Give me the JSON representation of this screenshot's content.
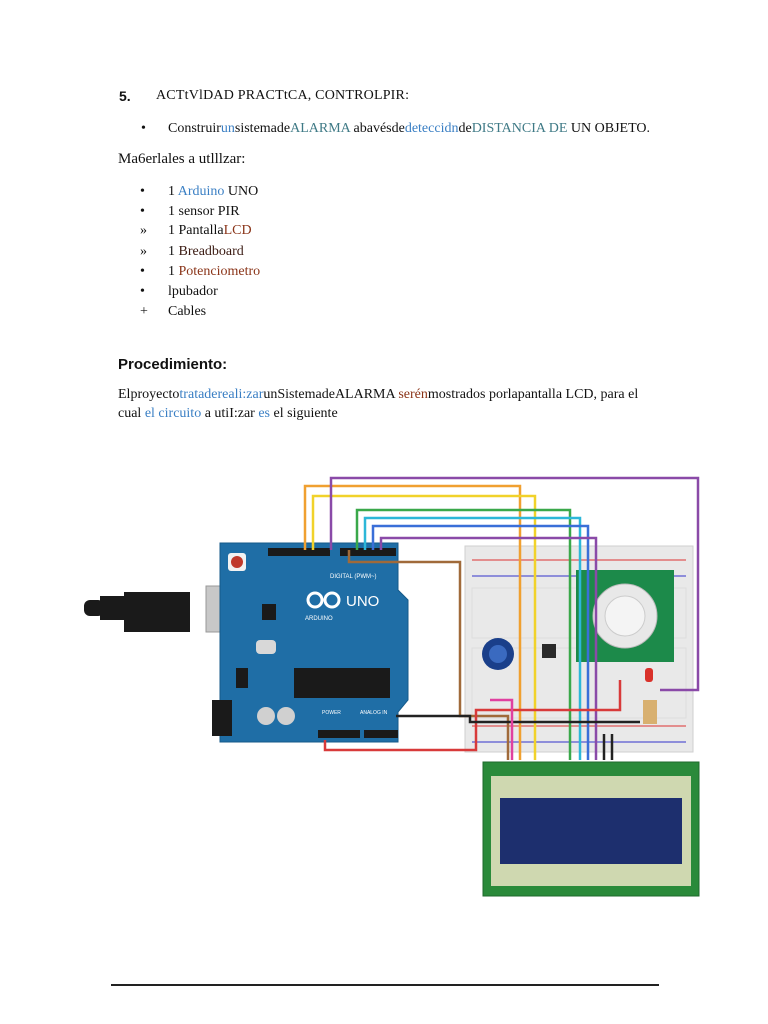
{
  "section": {
    "number": "5.",
    "title": "ACTtVlDAD PRACTtCA, CONTROLPIR:",
    "objective": {
      "bullet": "•",
      "parts": [
        "Construir",
        "un",
        "sistema",
        "de",
        "ALARMA",
        "abavés",
        "de",
        "deteccidn",
        "de",
        "DISTANCIA DE",
        "UN OBJETO."
      ]
    }
  },
  "materials": {
    "title": "Ma6erlales a utlllzar:",
    "items": [
      {
        "marker": "•",
        "qty": "1",
        "name": "Arduino",
        "suffix": " UNO"
      },
      {
        "marker": "•",
        "qty": "1",
        "name": "sensor PIR",
        "suffix": ""
      },
      {
        "marker": "»",
        "qty": "1",
        "name": "Pantalla",
        "suffix": "LCD"
      },
      {
        "marker": "»",
        "qty": "1",
        "name": "Breadboard",
        "suffix": ""
      },
      {
        "marker": "•",
        "qty": "1",
        "name": "Potenciometro",
        "suffix": ""
      },
      {
        "marker": "•",
        "qty": "l",
        "name": "pubador",
        "suffix": ""
      },
      {
        "marker": "+",
        "qty": "",
        "name": "Cables",
        "suffix": ""
      }
    ]
  },
  "procedure": {
    "title": "Procedimiento:",
    "line1_parts": [
      "Elproyecto",
      "trata",
      "de",
      "reali:zar",
      "un",
      "Sistema",
      "de",
      "ALARMA",
      "serén",
      "mostrados",
      "porlapantalla LCD, para el"
    ],
    "line2_parts": [
      "cual",
      "el circuito",
      "a utiI:zar",
      "es",
      "el siguiente"
    ]
  },
  "diagram": {
    "board_label": "UNO",
    "board_brand": "ARDUINO",
    "digital_label": "DIGITAL (PWM~)",
    "power_label": "POWER",
    "analog_label": "ANALOG IN",
    "colors": {
      "board": "#1f6ea6",
      "breadboard": "#e9e9e9",
      "pir": "#1c8a4a",
      "lcd_pcb": "#2a8a3a",
      "lcd_screen": "#1d2f6e",
      "wire_orange": "#f0a030",
      "wire_yellow": "#f1d22a",
      "wire_green": "#3aa84a",
      "wire_cyan": "#2cb7d8",
      "wire_blue": "#3a6fd8",
      "wire_purple": "#8a4aa8",
      "wire_brown": "#a06a3a",
      "wire_red": "#d83a3a",
      "wire_black": "#222222",
      "wire_pink": "#e040a0"
    }
  }
}
